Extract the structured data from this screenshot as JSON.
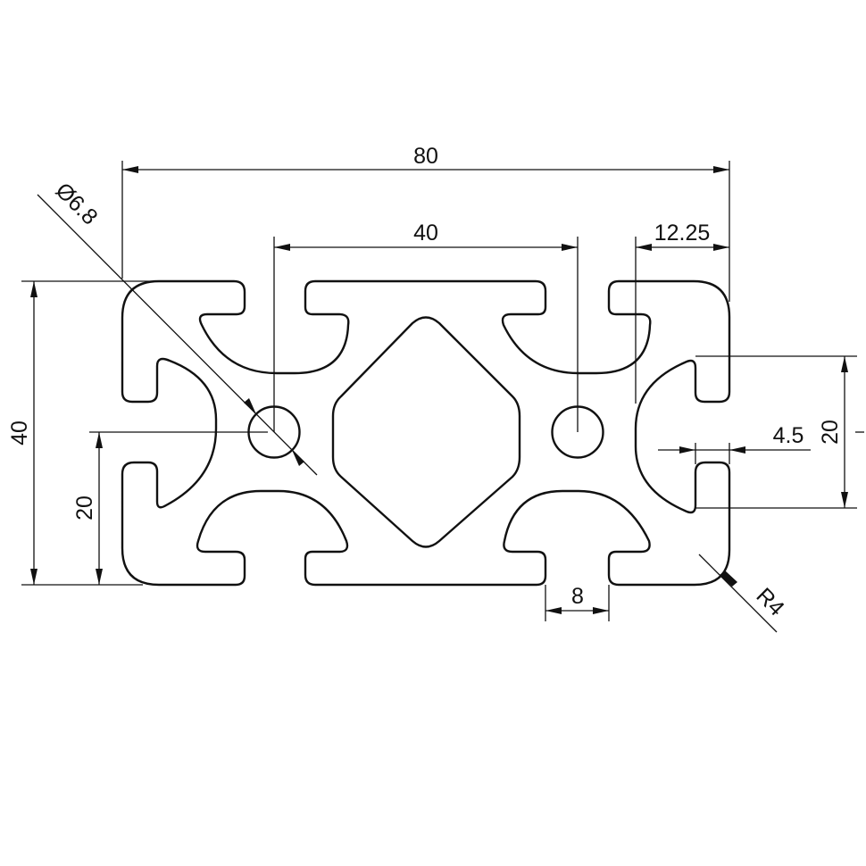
{
  "drawing": {
    "title": "",
    "stroke_color": "#111111",
    "background": "#ffffff"
  },
  "dimensions": {
    "overall_width": "80",
    "slot_pitch": "40",
    "slot_offset": "12.25",
    "hole_diameter": "Ø6.8",
    "overall_height": "40",
    "half_height_left": "20",
    "half_height_right": "20",
    "slot_depth": "4.5",
    "slot_width": "8",
    "corner_radius": "R4"
  }
}
